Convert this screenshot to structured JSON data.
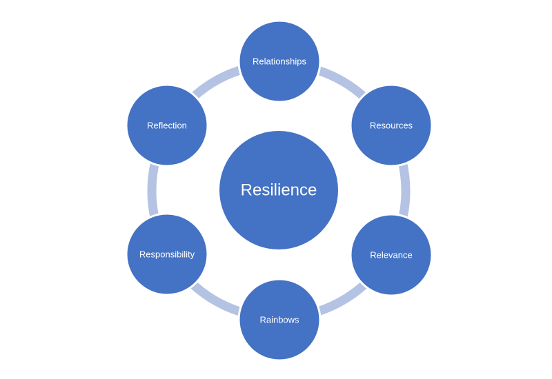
{
  "diagram": {
    "colors": {
      "node_fill": "#4472C4",
      "node_stroke": "#ffffff",
      "ring": "#B4C3E3",
      "text": "#ffffff",
      "background": "#ffffff"
    },
    "center": {
      "label": "Resilience"
    },
    "nodes": [
      {
        "label": "Relationships"
      },
      {
        "label": "Resources"
      },
      {
        "label": "Relevance"
      },
      {
        "label": "Rainbows"
      },
      {
        "label": "Responsibility"
      },
      {
        "label": "Reflection"
      }
    ]
  }
}
